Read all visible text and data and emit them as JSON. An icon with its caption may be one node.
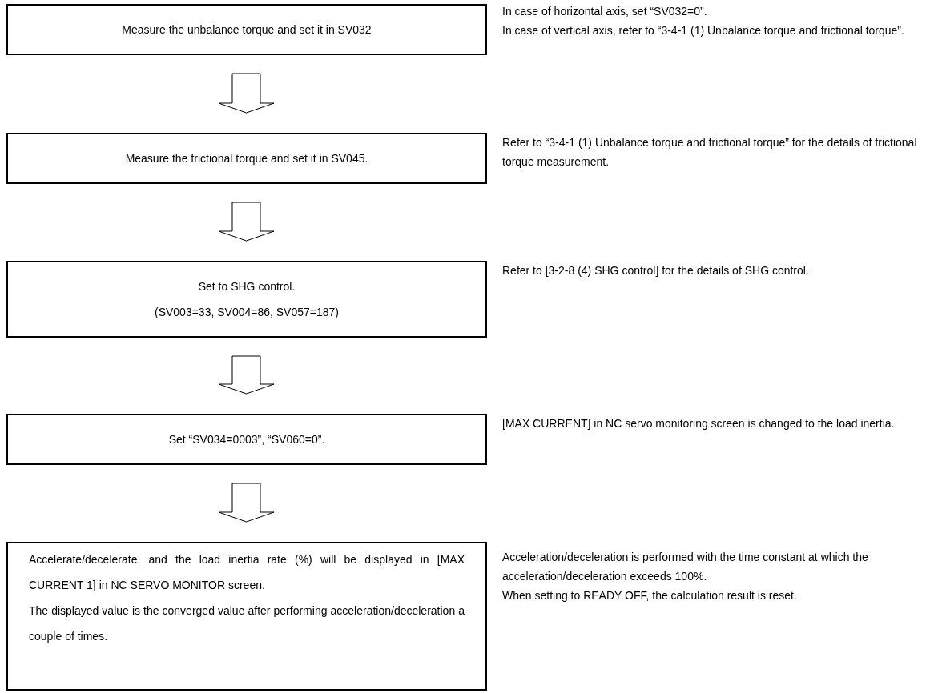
{
  "diagram": {
    "nodes": [
      {
        "text": [
          "Measure the unbalance torque and set it in SV032"
        ],
        "beside": [
          "In case of horizontal axis, set “SV032=0”.",
          "In case of vertical axis, refer to “3-4-1 (1) Unbalance torque and frictional torque”."
        ]
      },
      {
        "text": [
          "Measure the frictional torque and set it in SV045."
        ],
        "beside": [
          "Refer to “3-4-1 (1) Unbalance torque and frictional torque” for the details of frictional torque measurement."
        ]
      },
      {
        "text": [
          "Set to SHG control.",
          "(SV003=33, SV004=86, SV057=187)"
        ],
        "beside": [
          "Refer to [3-2-8 (4) SHG control] for the details of SHG control."
        ]
      },
      {
        "text": [
          "Set “SV034=0003”, “SV060=0”."
        ],
        "beside": [
          "[MAX CURRENT] in NC servo monitoring screen is changed to the load inertia."
        ]
      },
      {
        "text": [
          "Accelerate/decelerate, and the load inertia rate (%) will be displayed in [MAX CURRENT 1] in NC SERVO MONITOR screen.",
          "The displayed value is the converged value after performing acceleration/deceleration a couple of times."
        ],
        "beside": [
          "Acceleration/deceleration is performed with the time constant at which the acceleration/deceleration exceeds 100%.",
          "When setting to READY OFF, the calculation result is reset."
        ]
      }
    ],
    "edges": [
      {
        "from": 0,
        "to": 1,
        "arrow": "to"
      },
      {
        "from": 1,
        "to": 2,
        "arrow": "to"
      },
      {
        "from": 2,
        "to": 3,
        "arrow": "to"
      },
      {
        "from": 3,
        "to": 4,
        "arrow": "to"
      }
    ]
  }
}
